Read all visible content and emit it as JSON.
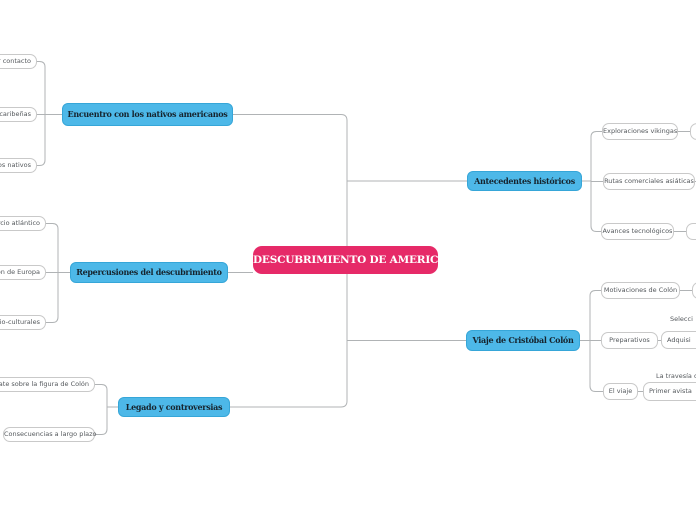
{
  "root": {
    "label": "DESCUBRIMIENTO DE AMERICA"
  },
  "colors": {
    "root_bg": "#e62a68",
    "branch_bg": "#4db8e8",
    "branch_border": "#36a6d8",
    "connector_line": "#b0b3b5",
    "child_border": "#c9c9c9",
    "child_text": "#54585c",
    "branch_text": "#16242e"
  },
  "left_branches": [
    {
      "label": "Encuentro con los nativos americanos",
      "children": [
        "r contacto",
        "caribeñas",
        "os nativos"
      ]
    },
    {
      "label": "Repercusiones del descubrimiento",
      "children": [
        "ercio atlántico",
        "ción de Europa",
        "ocio-culturales"
      ]
    },
    {
      "label": "Legado y controversias",
      "children": [
        "ebate sobre la figura de Colón",
        "Consecuencias a largo plazo"
      ]
    }
  ],
  "right_branches": [
    {
      "label": "Antecedentes históricos",
      "children": [
        "Exploraciones vikingas",
        "Rutas comerciales asiáticas",
        "Avances tecnológicos"
      ]
    },
    {
      "label": "Viaje de Cristóbal Colón",
      "children": [
        "Motivaciones de Colón",
        "Preparativos",
        "El viaje"
      ],
      "grandchildren": {
        "preparativos_text": "Selecci",
        "preparativos_box": "Adquisi",
        "viaje_text": "La travesía d",
        "viaje_box": "Primer avista"
      }
    }
  ]
}
